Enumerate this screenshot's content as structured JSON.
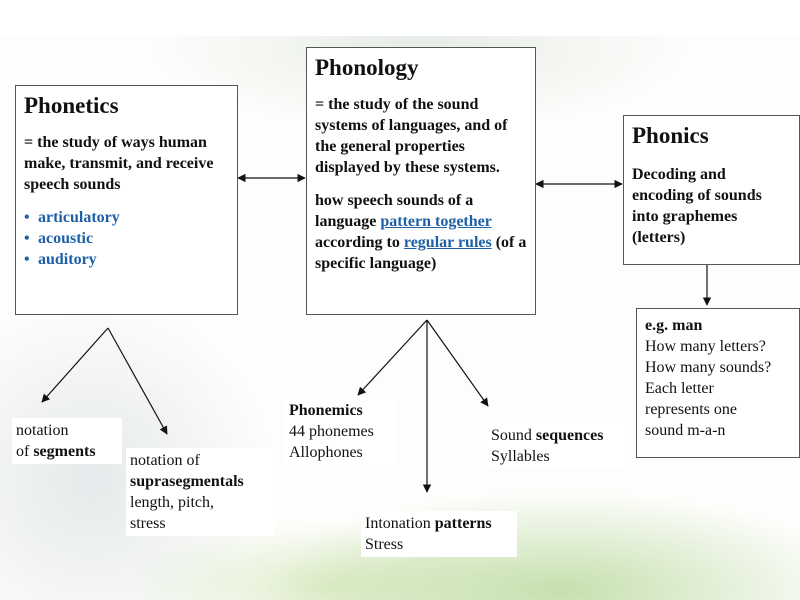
{
  "phonetics": {
    "title": "Phonetics",
    "definition": "= the study of ways human make, transmit, and receive speech sounds",
    "bullets": [
      "articulatory",
      "acoustic",
      "auditory"
    ]
  },
  "phonology": {
    "title": "Phonology",
    "definition": "= the study of the sound systems of languages, and of the general properties displayed by these systems.",
    "line_a": "how speech sounds of a language",
    "link_a": "pattern together",
    "line_b": "according to",
    "link_b": "regular rules",
    "line_c": "(of a specific language)"
  },
  "phonics": {
    "title": "Phonics",
    "definition": "Decoding and encoding of sounds into graphemes (letters)"
  },
  "example": {
    "prefix": "e.g.",
    "word": "man",
    "lines": [
      "How many letters?",
      "How many sounds?",
      "Each letter",
      "represents one",
      "sound m-a-n"
    ]
  },
  "segments": {
    "line1": "notation",
    "line2_pre": "of",
    "line2_bold": "segments"
  },
  "suprasegmentals": {
    "line1": "notation of",
    "bold": "suprasegmentals",
    "line3": "length, pitch,",
    "line4": "stress"
  },
  "phonemics": {
    "title": "Phonemics",
    "line1": "44 phonemes",
    "line2": "Allophones"
  },
  "intonation": {
    "pre": "Intonation",
    "bold": "patterns",
    "line2": "Stress"
  },
  "sequences": {
    "pre": "Sound",
    "bold": "sequences",
    "line2": "Syllables"
  },
  "colors": {
    "link_blue": "#1f5fa5",
    "border": "#555555",
    "arrow": "#111111"
  }
}
